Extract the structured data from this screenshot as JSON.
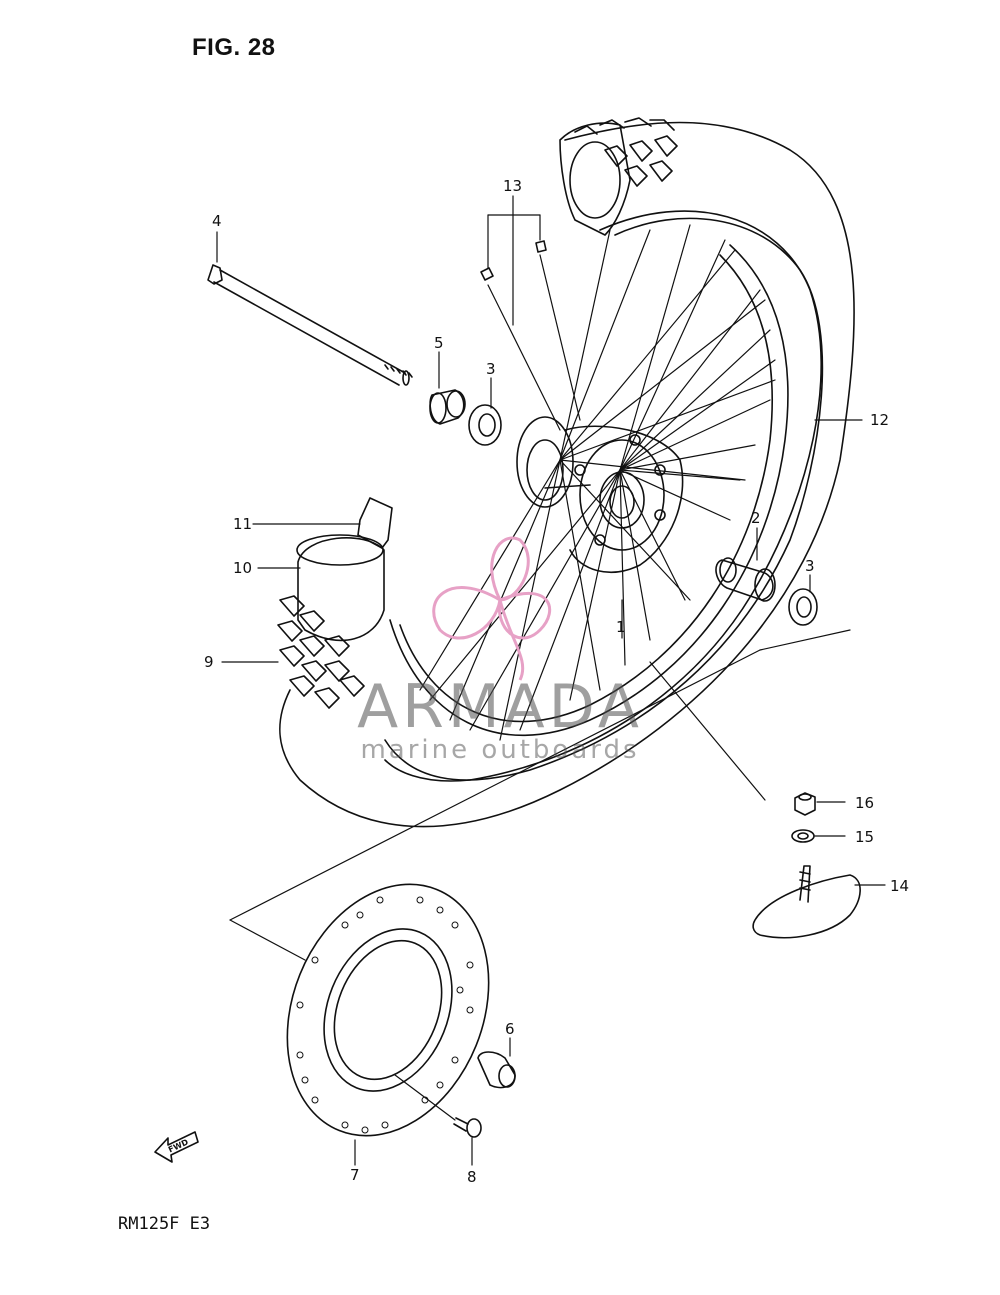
{
  "figure": {
    "title": "FIG. 28",
    "model": "RM125F E3"
  },
  "watermark": {
    "brand": "ARMADA",
    "tagline": "marine outboards",
    "logo_color": "#e7a1c6"
  },
  "parts": [
    {
      "no": "1"
    },
    {
      "no": "2"
    },
    {
      "no": "3"
    },
    {
      "no": "3"
    },
    {
      "no": "4"
    },
    {
      "no": "5"
    },
    {
      "no": "6"
    },
    {
      "no": "7"
    },
    {
      "no": "8"
    },
    {
      "no": "9"
    },
    {
      "no": "10"
    },
    {
      "no": "11"
    },
    {
      "no": "12"
    },
    {
      "no": "13"
    },
    {
      "no": "14"
    },
    {
      "no": "15"
    },
    {
      "no": "16"
    }
  ],
  "fwd_arrow": {
    "label": "FWD"
  }
}
